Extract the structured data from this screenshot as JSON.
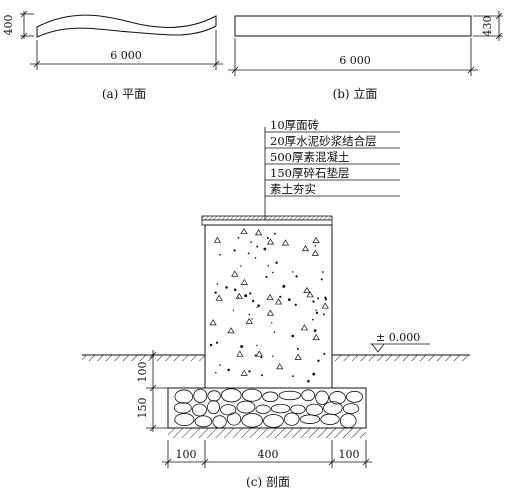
{
  "plan": {
    "width_dim": "6 000",
    "thickness_dim": "400",
    "caption": "(a) 平面"
  },
  "elevation": {
    "width_dim": "6 000",
    "height_dim": "430",
    "caption": "(b) 立面"
  },
  "section": {
    "caption": "(c) 剖面",
    "layers": [
      {
        "text": "10厚面砖"
      },
      {
        "text": "20厚水泥砂浆结合层"
      },
      {
        "text": "500厚素混凝土"
      },
      {
        "text": "150厚碎石垫层"
      },
      {
        "text": "素土夯实"
      }
    ],
    "level_mark": "± 0.000",
    "dim_embed": "100",
    "dim_gravel": "150",
    "dim_left_ext": "100",
    "dim_core": "400",
    "dim_right_ext": "100"
  }
}
